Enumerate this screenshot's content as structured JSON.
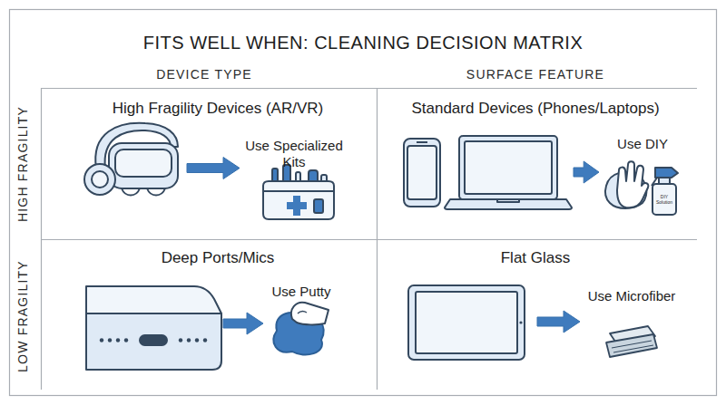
{
  "diagram": {
    "title": "FITS WELL WHEN: CLEANING DECISION MATRIX",
    "nodes": [
      {
        "text": [
          "High Fragility Devices (AR/VR)"
        ]
      },
      {
        "text": [
          "Use Specialized Kits"
        ]
      },
      {
        "text": [
          "Standard Devices (Phones/Laptops)"
        ]
      },
      {
        "text": [
          "Use DIY"
        ]
      },
      {
        "text": [
          "Deep Ports/Mics"
        ]
      },
      {
        "text": [
          "Use Putty"
        ]
      },
      {
        "text": [
          "Flat Glass"
        ]
      },
      {
        "text": [
          "Use Microfiber"
        ]
      }
    ],
    "edges": [
      {
        "from": 0,
        "to": 1,
        "arrow": "to"
      },
      {
        "from": 2,
        "to": 3,
        "arrow": "to"
      },
      {
        "from": 4,
        "to": 5,
        "arrow": "to"
      },
      {
        "from": 6,
        "to": 7,
        "arrow": "to"
      }
    ],
    "labels": [
      "DEVICE TYPE",
      "SURFACE FEATURE",
      "HIGH FRAGILITY",
      "LOW FRAGILITY",
      "DIY Solution"
    ]
  }
}
